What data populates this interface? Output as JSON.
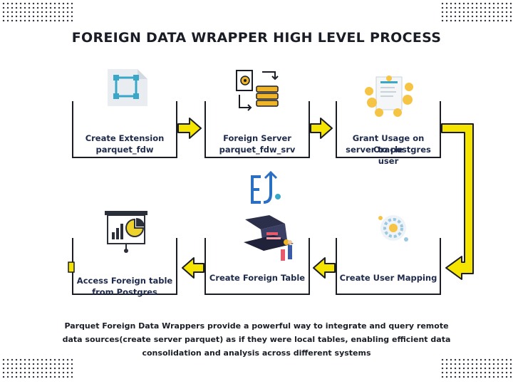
{
  "title": "FOREIGN DATA WRAPPER HIGH LEVEL PROCESS",
  "steps": [
    {
      "line1": "Create Extension",
      "line2": "parquet_fdw"
    },
    {
      "line1": "Foreign Server",
      "line2": "parquet_fdw_srv"
    },
    {
      "line1": "Grant Usage on Oracle",
      "line2": "server to postgres user"
    },
    {
      "line1": "Create User Mapping"
    },
    {
      "line1": "Create Foreign Table"
    },
    {
      "line1": "Access Foreign table",
      "line2": "from Postgres"
    }
  ],
  "footer": {
    "line1": "Parquet Foreign Data Wrappers provide a powerful way to integrate and query remote",
    "line2": "data sources(create server parquet) as if they were local tables, enabling efficient data",
    "line3": "consolidation and analysis across different systems"
  },
  "colors": {
    "arrow_fill": "#f5e400",
    "arrow_stroke": "#1a1d26",
    "accent": "#39a8c8",
    "box_border": "#1a1d26"
  }
}
